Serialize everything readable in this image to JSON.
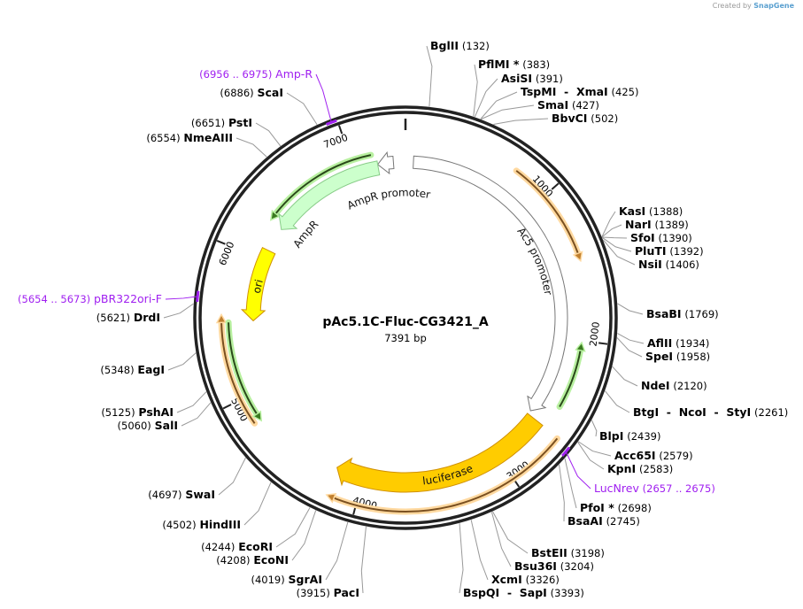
{
  "credit": {
    "prefix": "Created by",
    "brand": "SnapGene"
  },
  "plasmid": {
    "name": "pAc5.1C-Fluc-CG3421_A",
    "size_label": "7391 bp",
    "length": 7391
  },
  "ticks": [
    "1000",
    "2000",
    "3000",
    "4000",
    "5000",
    "6000",
    "7000"
  ],
  "features": [
    {
      "name": "Ac5 promoter",
      "start": 60,
      "end": 2600,
      "strand": 1,
      "color": "#ffffff",
      "kind": "promoter"
    },
    {
      "name": "AmpR promoter",
      "start": 7300,
      "end": 7180,
      "strand": -1,
      "color": "#ffffff",
      "kind": "promoter"
    },
    {
      "name": "AmpR",
      "start": 7180,
      "end": 6270,
      "strand": -1,
      "color": "#ccffcc",
      "kind": "gene"
    },
    {
      "name": "ori",
      "start": 6080,
      "end": 5520,
      "strand": -1,
      "color": "#ffff00",
      "kind": "origin"
    },
    {
      "name": "luciferase",
      "start": 2630,
      "end": 4200,
      "strand": -1,
      "color": "#ffcc00",
      "kind": "gene"
    }
  ],
  "colors": {
    "primer": "#a020f0",
    "orange_orf": "#f0a030",
    "green_orf": "#3caa1e",
    "backbone": "#222222"
  },
  "enzymes": [
    {
      "name": "BglII",
      "pos": "(132)",
      "site": 132
    },
    {
      "name": "PflMI *",
      "pos": "(383)",
      "site": 383
    },
    {
      "name": "AsiSI",
      "pos": "(391)",
      "site": 391
    },
    {
      "name": "TspMI  -  XmaI",
      "pos": "(425)",
      "site": 425
    },
    {
      "name": "SmaI",
      "pos": "(427)",
      "site": 427
    },
    {
      "name": "BbvCI",
      "pos": "(502)",
      "site": 502
    },
    {
      "name": "KasI",
      "pos": "(1388)",
      "site": 1388
    },
    {
      "name": "NarI",
      "pos": "(1389)",
      "site": 1389
    },
    {
      "name": "SfoI",
      "pos": "(1390)",
      "site": 1390
    },
    {
      "name": "PluTI",
      "pos": "(1392)",
      "site": 1392
    },
    {
      "name": "NsiI",
      "pos": "(1406)",
      "site": 1406
    },
    {
      "name": "BsaBI",
      "pos": "(1769)",
      "site": 1769
    },
    {
      "name": "AflII",
      "pos": "(1934)",
      "site": 1934
    },
    {
      "name": "SpeI",
      "pos": "(1958)",
      "site": 1958
    },
    {
      "name": "NdeI",
      "pos": "(2120)",
      "site": 2120
    },
    {
      "name": "BtgI  -  NcoI  -  StyI",
      "pos": "(2261)",
      "site": 2261
    },
    {
      "name": "BlpI",
      "pos": "(2439)",
      "site": 2439
    },
    {
      "name": "Acc65I",
      "pos": "(2579)",
      "site": 2579
    },
    {
      "name": "KpnI",
      "pos": "(2583)",
      "site": 2583
    },
    {
      "name": "LucNrev",
      "pos": "(2657 .. 2675)",
      "site": 2666,
      "primer": true
    },
    {
      "name": "PfoI *",
      "pos": "(2698)",
      "site": 2698
    },
    {
      "name": "BsaAI",
      "pos": "(2745)",
      "site": 2745
    },
    {
      "name": "BstEII",
      "pos": "(3198)",
      "site": 3198
    },
    {
      "name": "Bsu36I",
      "pos": "(3204)",
      "site": 3204
    },
    {
      "name": "XcmI",
      "pos": "(3326)",
      "site": 3326
    },
    {
      "name": "BspQI  -  SapI",
      "pos": "(3393)",
      "site": 3393
    },
    {
      "name": "PacI",
      "pos": "(3915)",
      "site": 3915
    },
    {
      "name": "SgrAI",
      "pos": "(4019)",
      "site": 4019
    },
    {
      "name": "EcoNI",
      "pos": "(4208)",
      "site": 4208
    },
    {
      "name": "EcoRI",
      "pos": "(4244)",
      "site": 4244
    },
    {
      "name": "HindIII",
      "pos": "(4502)",
      "site": 4502
    },
    {
      "name": "SwaI",
      "pos": "(4697)",
      "site": 4697
    },
    {
      "name": "SalI",
      "pos": "(5060)",
      "site": 5060
    },
    {
      "name": "PshAI",
      "pos": "(5125)",
      "site": 5125
    },
    {
      "name": "EagI",
      "pos": "(5348)",
      "site": 5348
    },
    {
      "name": "DrdI",
      "pos": "(5621)",
      "site": 5621
    },
    {
      "name": "pBR322ori-F",
      "pos": "(5654 .. 5673)",
      "site": 5664,
      "primer": true
    },
    {
      "name": "NmeAIII",
      "pos": "(6554)",
      "site": 6554
    },
    {
      "name": "PstI",
      "pos": "(6651)",
      "site": 6651
    },
    {
      "name": "ScaI",
      "pos": "(6886)",
      "site": 6886
    },
    {
      "name": "Amp-R",
      "pos": "(6956 .. 6975)",
      "site": 6965,
      "primer": true
    }
  ]
}
